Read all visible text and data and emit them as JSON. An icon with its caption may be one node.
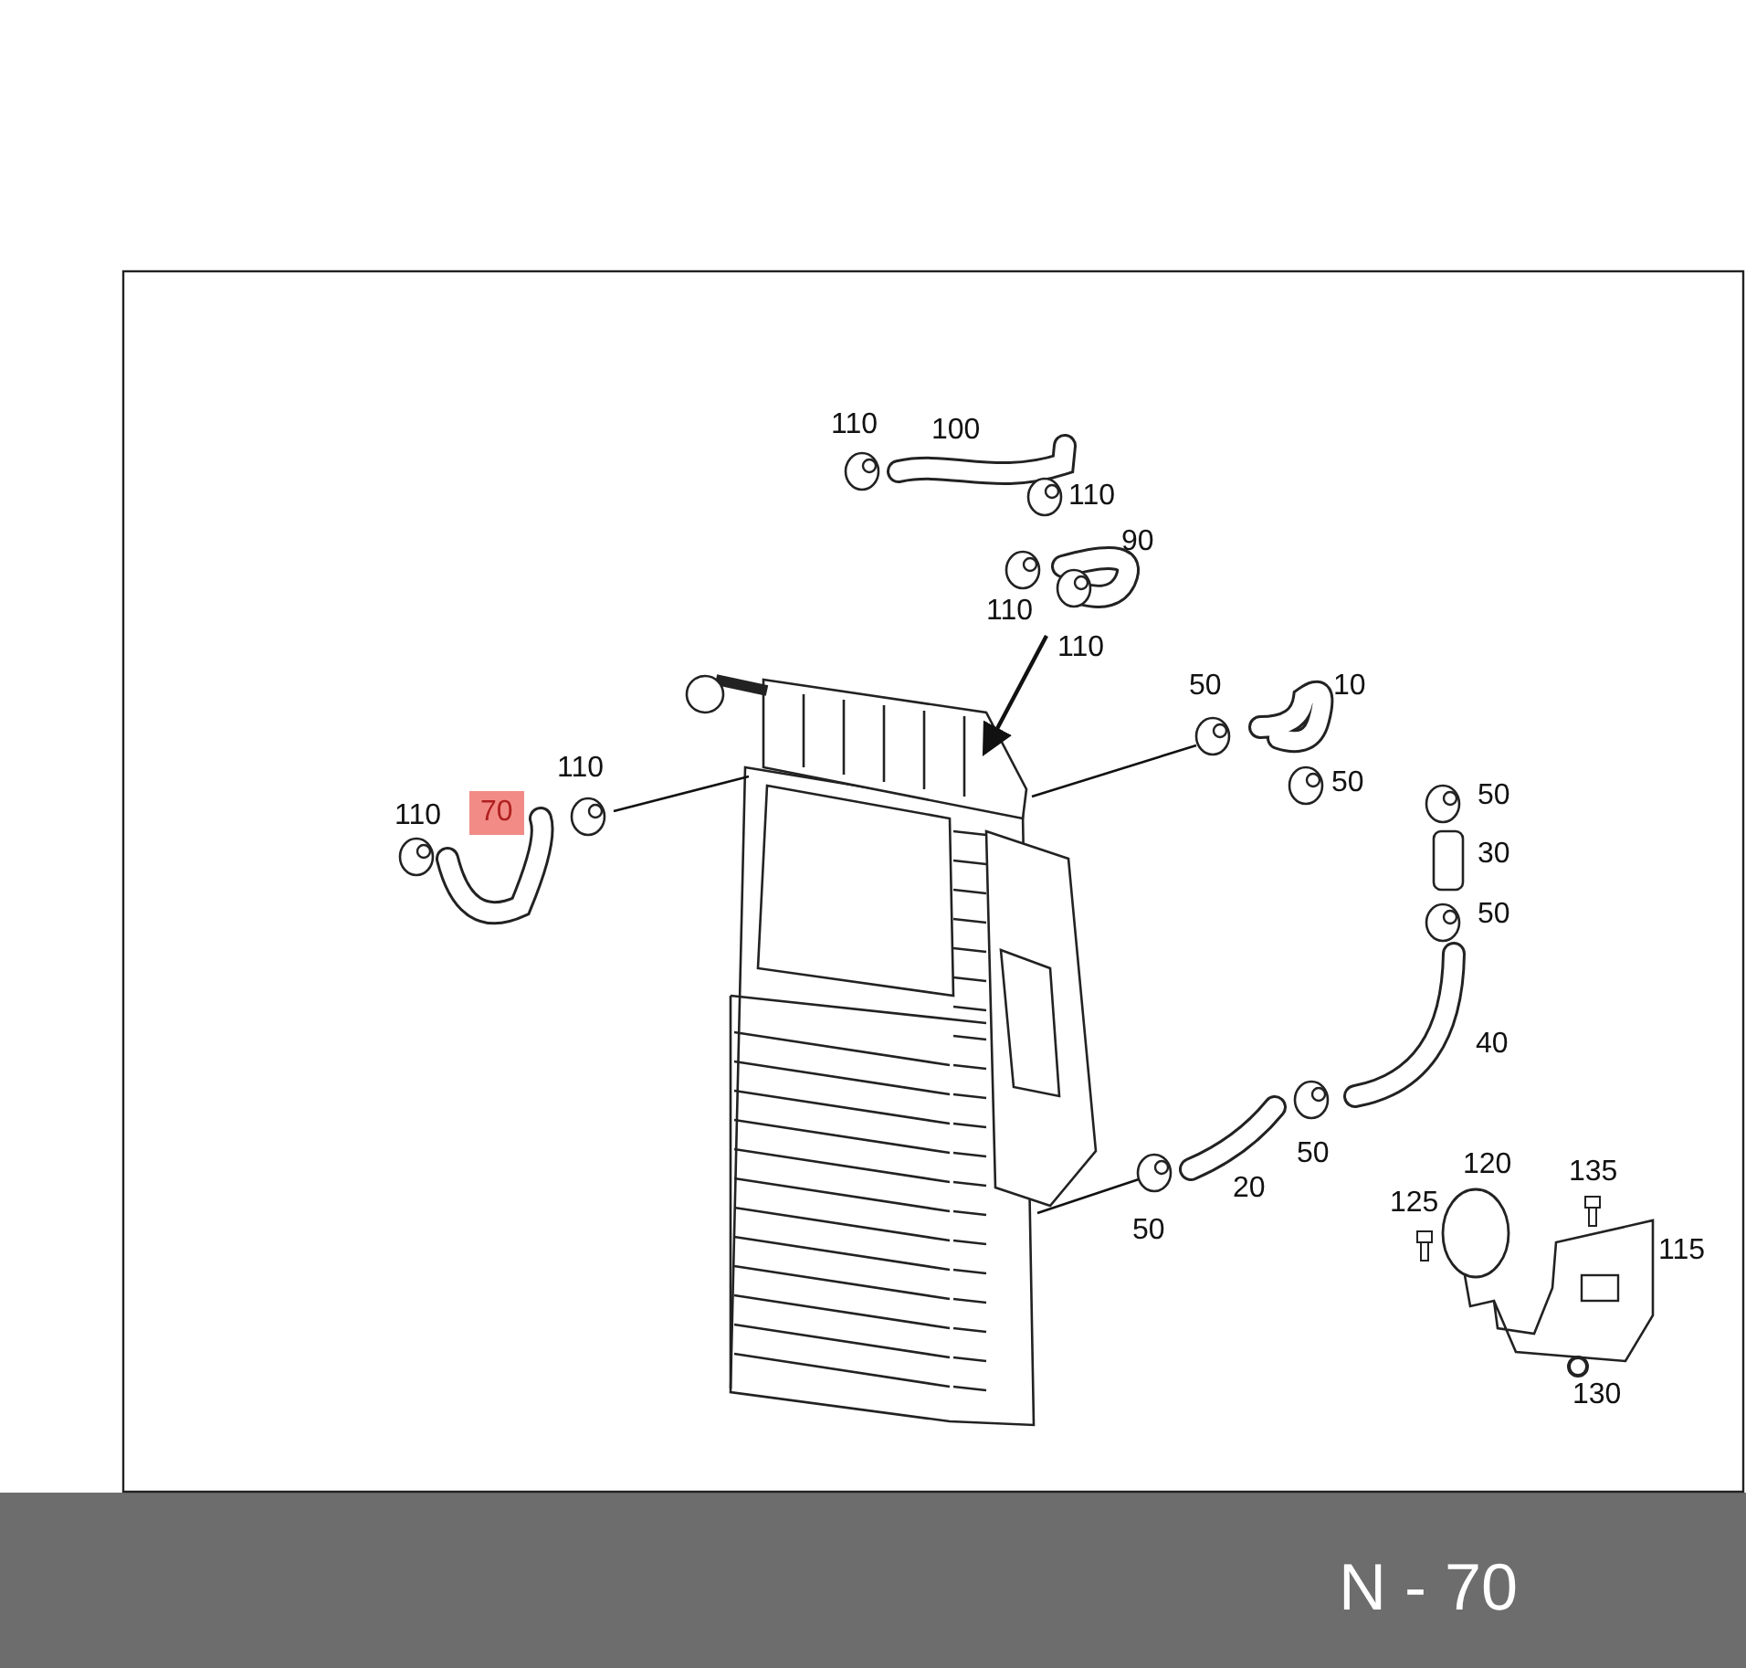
{
  "diagram": {
    "labels": [
      "110",
      "100",
      "110",
      "90",
      "110",
      "110",
      "50",
      "10",
      "110",
      "50",
      "50",
      "110",
      "70",
      "30",
      "50",
      "40",
      "50",
      "120",
      "135",
      "20",
      "125",
      "50",
      "115",
      "130",
      "N - 70"
    ]
  }
}
